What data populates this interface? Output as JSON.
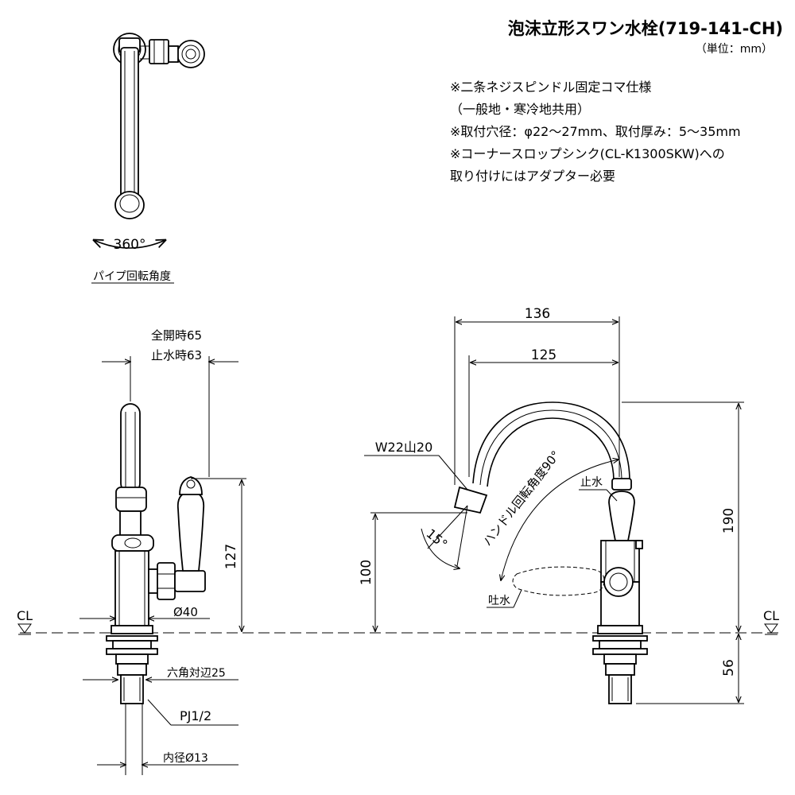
{
  "header": {
    "title": "泡沫立形スワン水栓(719-141-CH)",
    "unit": "（単位：mm）"
  },
  "notes": [
    "※二条ネジスピンドル固定コマ仕様",
    "（一般地・寒冷地共用）",
    "※取付穴径：φ22〜27mm、取付厚み：5〜35mm",
    "※コーナースロップシンク(CL-K1300SKW)への",
    "取り付けにはアダプター必要"
  ],
  "top_view": {
    "rotation": "360°",
    "caption": "パイプ回転角度"
  },
  "side_view": {
    "full_open": "全開時65",
    "closed": "止水時63",
    "height": "127",
    "dia": "Ø40",
    "hex": "六角対辺25",
    "thread": "PJ1/2",
    "inner": "内径Ø13",
    "cl": "CL"
  },
  "front_view": {
    "w136": "136",
    "w125": "125",
    "thread": "W22山20",
    "angle15": "15°",
    "handle_angle": "ハンドル回転角度90°",
    "stop": "止水",
    "spout": "吐水",
    "h100": "100",
    "h190": "190",
    "h56": "56",
    "cl": "CL"
  }
}
